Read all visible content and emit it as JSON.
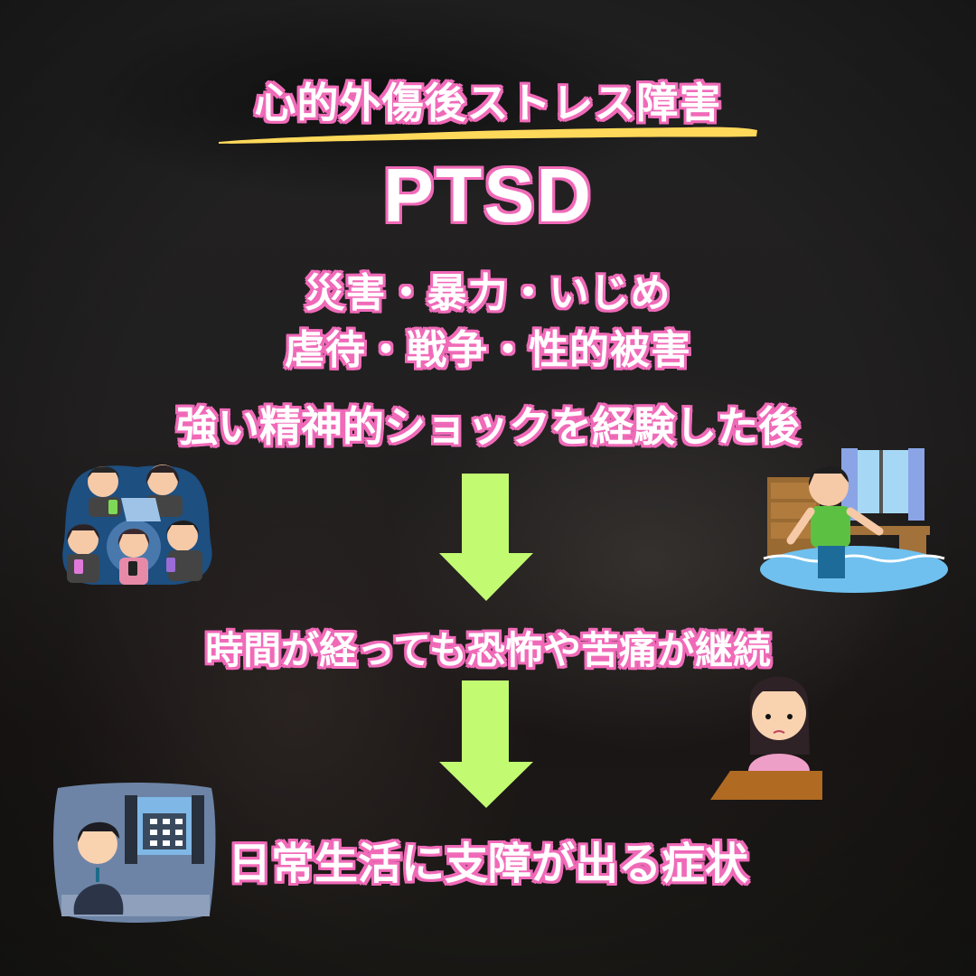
{
  "colors": {
    "background": "#1f1e1e",
    "text_fill": "#ffffff",
    "text_outline": "#f06ab8",
    "underline": "#ffd95a",
    "arrow": "#c2fa72"
  },
  "header": {
    "subtitle": "心的外傷後ストレス障害",
    "title": "PTSD"
  },
  "causes": {
    "line1": "災害・暴力・いじめ",
    "line2": "虐待・戦争・性的被害"
  },
  "flow": {
    "step1": "強い精神的ショックを経験した後",
    "step2": "時間が経っても恐怖や苦痛が継続",
    "step3": "日常生活に支障が出る症状",
    "arrows": [
      "arrow-down",
      "arrow-down"
    ]
  },
  "illustrations": [
    {
      "id": "bullying-group-icon",
      "desc": "group of people bullying a crying girl with phones"
    },
    {
      "id": "flooded-room-icon",
      "desc": "boy standing in a flooded room"
    },
    {
      "id": "sad-girl-desk-icon",
      "desc": "worried girl sitting at a desk"
    },
    {
      "id": "withdrawn-man-icon",
      "desc": "man in suit hugging knees in a dark room"
    }
  ]
}
